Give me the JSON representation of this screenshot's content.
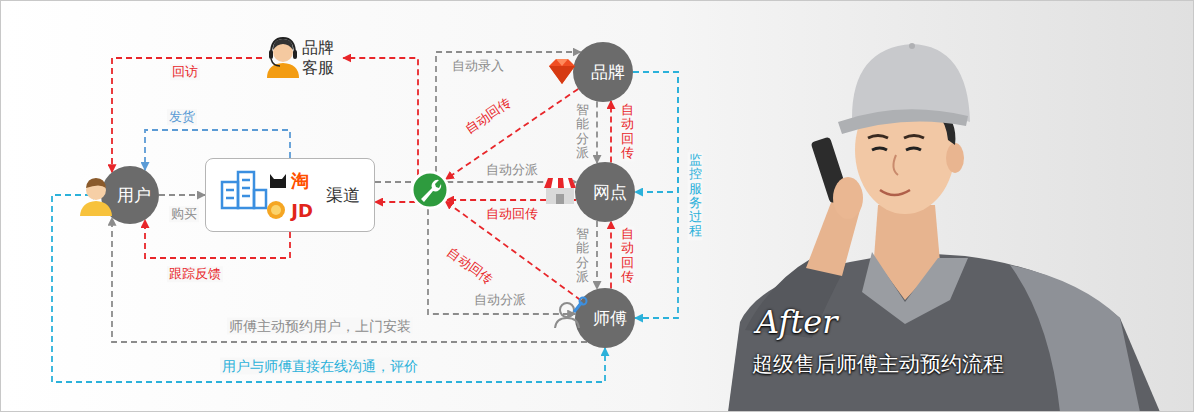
{
  "diagram": {
    "nodes": [
      {
        "text": [
          "品牌 客服"
        ]
      },
      {
        "text": [
          "用户"
        ]
      },
      {
        "text": [
          "渠道"
        ]
      },
      {
        "text": []
      },
      {
        "text": [
          "品牌"
        ]
      },
      {
        "text": [
          "网点"
        ]
      },
      {
        "text": [
          "师傅"
        ]
      }
    ],
    "edges": [
      {
        "from": 0,
        "to": 1,
        "label": "回访",
        "arrow": "to"
      },
      {
        "from": 3,
        "to": 0,
        "arrow": "to"
      },
      {
        "from": 2,
        "to": 1,
        "label": "发货",
        "arrow": "to"
      },
      {
        "from": 1,
        "to": 2,
        "label": "购买",
        "arrow": "to"
      },
      {
        "from": 2,
        "to": 1,
        "label": "跟踪反馈",
        "arrow": "to"
      },
      {
        "from": 3,
        "to": 2,
        "arrow": "to"
      },
      {
        "from": 2,
        "to": 3,
        "arrow": "none"
      },
      {
        "from": 3,
        "to": 4,
        "label": "自动录入",
        "arrow": "to"
      },
      {
        "from": 4,
        "to": 3,
        "label": "自动回传",
        "arrow": "to"
      },
      {
        "from": 3,
        "to": 5,
        "label": "自动分派",
        "arrow": "to"
      },
      {
        "from": 5,
        "to": 3,
        "label": "自动回传",
        "arrow": "to"
      },
      {
        "from": 6,
        "to": 3,
        "label": "自动回传",
        "arrow": "to"
      },
      {
        "from": 3,
        "to": 6,
        "label": "自动分派",
        "arrow": "to"
      },
      {
        "from": 4,
        "to": 5,
        "label": "智能分派",
        "arrow": "to"
      },
      {
        "from": 5,
        "to": 4,
        "label": "自动回传",
        "arrow": "to"
      },
      {
        "from": 5,
        "to": 6,
        "label": "智能分派",
        "arrow": "to"
      },
      {
        "from": 6,
        "to": 5,
        "label": "自动回传",
        "arrow": "to"
      },
      {
        "from": 4,
        "to": 5,
        "label": "监控服务过程",
        "arrow": "to"
      },
      {
        "from": 4,
        "to": 6,
        "arrow": "to"
      },
      {
        "from": 6,
        "to": 1,
        "label": "师傅主动预约用户，上门安装",
        "arrow": "to"
      },
      {
        "from": 1,
        "to": 6,
        "label": "用户与师傅直接在线沟通，评价",
        "arrow": "both"
      }
    ],
    "labels": [
      "淘",
      "JD",
      "After",
      "超级售后师傅主动预约流程"
    ]
  }
}
